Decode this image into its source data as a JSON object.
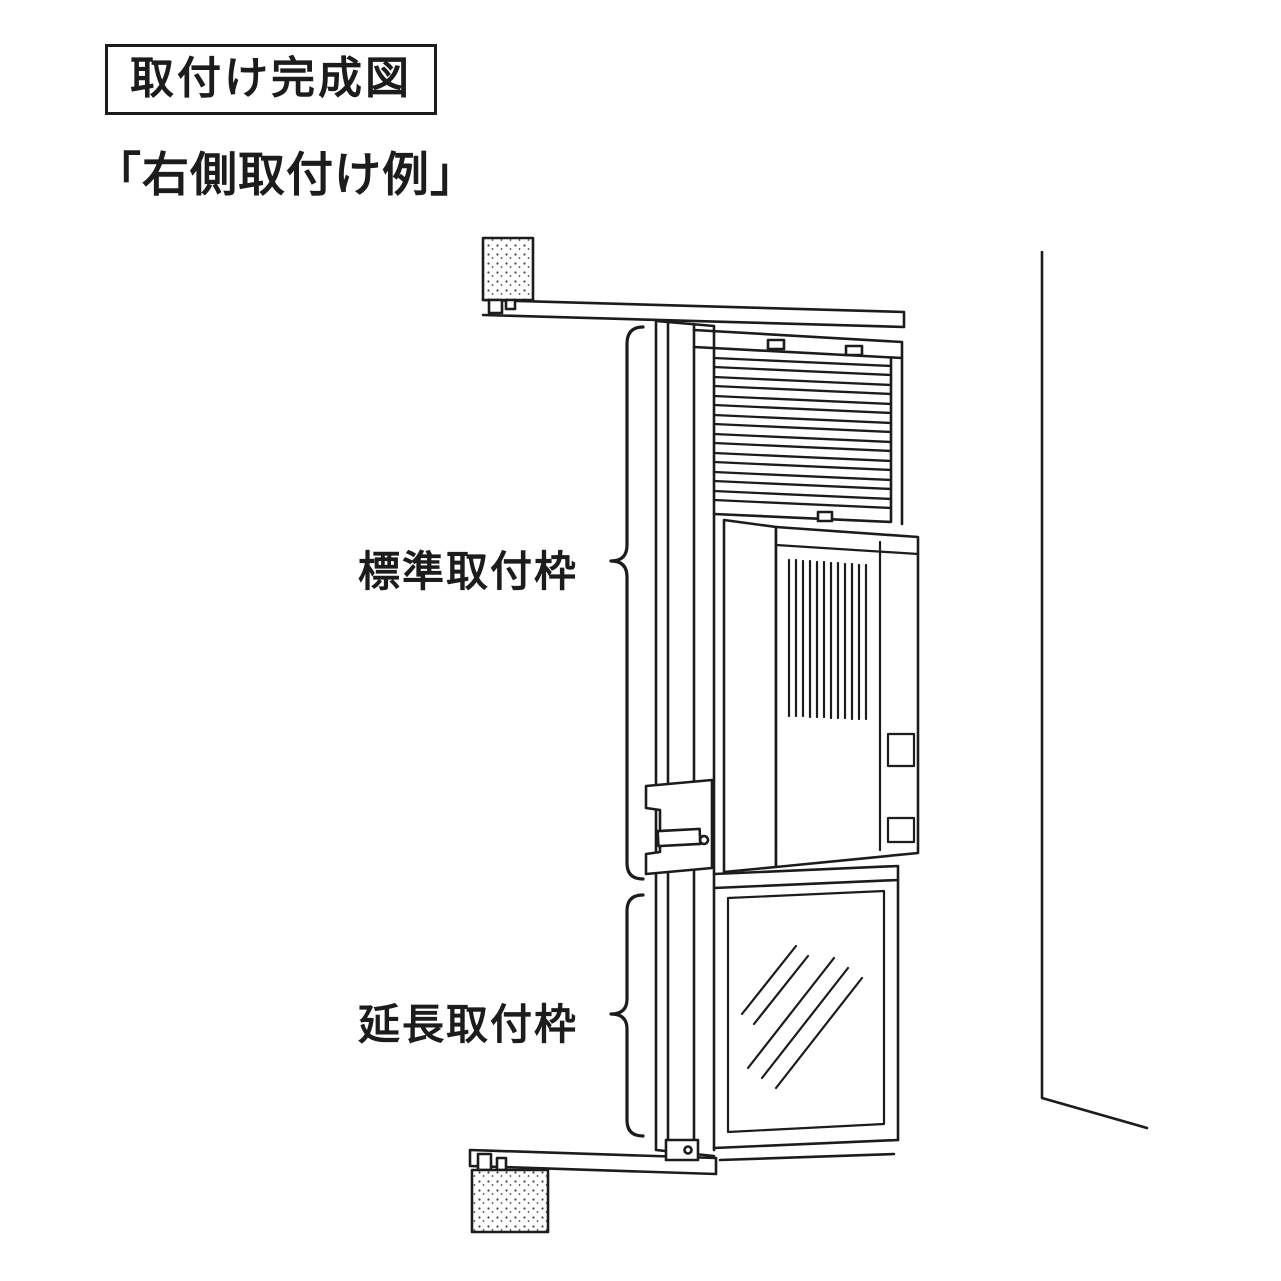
{
  "page": {
    "background": "#ffffff",
    "ink_color": "#1c1c1c"
  },
  "header": {
    "title": "取付け完成図",
    "subtitle": "「右側取付け例」"
  },
  "callouts": {
    "standard_frame": "標準取付枠",
    "extension_frame": "延長取付枠"
  }
}
